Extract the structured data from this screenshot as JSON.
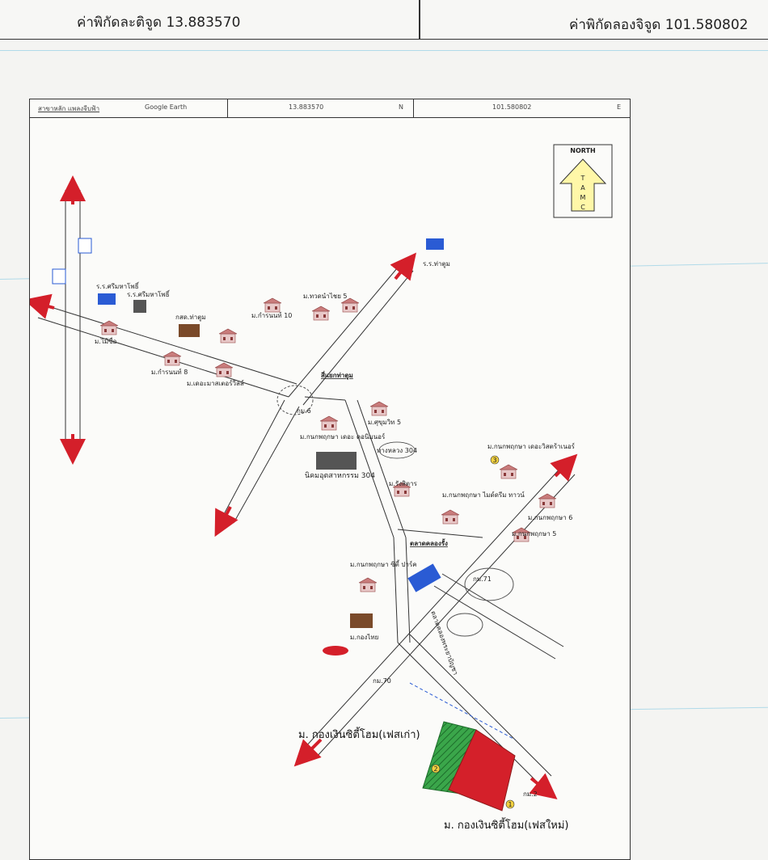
{
  "header": {
    "latitude_label": "ค่าพิกัดละติจูด 13.883570",
    "longitude_label": "ค่าพิกัดลองจิจูด 101.580802"
  },
  "sheet": {
    "bar": {
      "location": "สาขาหลัก แพลงจีบฟ้า",
      "source": "Google Earth",
      "lat": "13.883570",
      "lat_dir": "N",
      "lng": "101.580802",
      "lng_dir": "E"
    },
    "north_arrow": {
      "title": "NORTH",
      "letters": [
        "T",
        "A",
        "M",
        "C"
      ]
    }
  },
  "map": {
    "labels": {
      "ptt_station": "ร.ร.ศรีมหาโพธิ์",
      "school_1": "ร.ร.ศรีมหาโพธิ์",
      "school_tha_toom": "ร.ร.ท่าตูม",
      "kasikorn_tha_toom": "กสด.ท่าตูม",
      "village_mai_sue": "ม.ไม้ซื่อ",
      "village_kamonnut": "ม.กำรนนท์ 8",
      "village_kamonnut10": "ม.กำรนนท์ 10",
      "village_thanachai": "ม.ทวดนำไชย 5",
      "village_the_sea": "ม.เดอะมาสเตอร์วิลล์",
      "junction_tha_toom": "สี่แยกท่าตูม",
      "km6": "กม.6",
      "village_kanokphat": "ม.กนกพฤกษา เดอะ คอนิมนอร์",
      "village_sukhumvit": "ม.ศุขุมวิท 5",
      "industrial_estate": "นิคมอุตสาหกรรม 304",
      "route_304_badge": "ทางหลวง 304",
      "village_rangsit": "ม.รังสิตาร",
      "village_kanok_mydream": "ม.กนกพฤกษา ไมด์ดรีม ทาวน์",
      "village_kanok_the_vista": "ม.กนกพฤกษา เดอะวิสตร้าเนอร์",
      "village_kanok6": "ม.กนกพฤกษา 6",
      "village_kanok5": "ม.กนกพฤกษา 5",
      "market_kaeng": "ตลาดคลองรั้ง",
      "market_klong": "ตลาดคลองพระยาบัญชา",
      "village_kanok_city": "ม.กนกพฤกษา ซิตี้ ปาร์ค",
      "village_kong_thai": "ม.กองไทย",
      "km70": "กม.70",
      "km71": "กม.71",
      "km2": "กม.2",
      "project_old": "ม. กองเงินซิตี้โฮม(เฟสเก่า)",
      "project_new": "ม. กองเงินซิตี้โฮม(เฟสใหม่)",
      "num_1": "1",
      "num_2": "2",
      "num_3": "3"
    }
  },
  "colors": {
    "road_arrow": "#d41f2a",
    "project_green": "#3aa64a",
    "project_red": "#d4202a",
    "north_fill": "#fff7a8"
  }
}
